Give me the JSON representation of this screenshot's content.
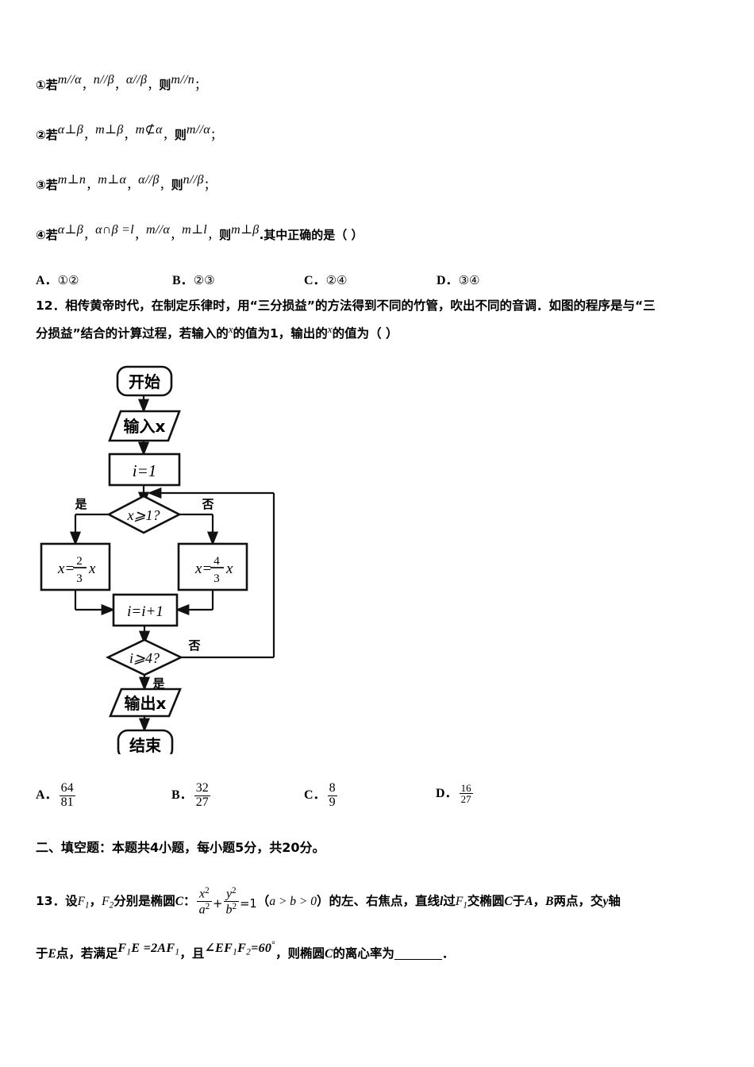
{
  "document": {
    "type": "math-exam-page",
    "language": "zh-CN"
  },
  "conditions": [
    {
      "num": "①",
      "ruo": "若",
      "parts": [
        "m//α",
        "n//β",
        "α//β"
      ],
      "ze": "则",
      "result": "m//n",
      "end": "；"
    },
    {
      "num": "②",
      "ruo": "若",
      "parts": [
        "α⊥β",
        "m⊥β",
        "m⊄α"
      ],
      "ze": "则",
      "result": "m//α",
      "end": "；"
    },
    {
      "num": "③",
      "ruo": "若",
      "parts": [
        "m⊥n",
        "m⊥α",
        "α//β"
      ],
      "ze": "则",
      "result": "n//β",
      "end": "；"
    },
    {
      "num": "④",
      "ruo": "若",
      "parts": [
        "α⊥β",
        "α∩β =l",
        "m//α",
        "m⊥l"
      ],
      "ze": "则",
      "result": "m⊥β",
      "end": ".其中正确的是（    ）"
    }
  ],
  "q11_options": [
    {
      "letter": "A．",
      "value": "①②"
    },
    {
      "letter": "B．",
      "value": "②③"
    },
    {
      "letter": "C．",
      "value": "②④"
    },
    {
      "letter": "D．",
      "value": "③④"
    }
  ],
  "q12": {
    "line1": "12．相传黄帝时代，在制定乐律时，用“三分损益”的方法得到不同的竹管，吹出不同的音调．如图的程序是与“三",
    "line2_a": "分损益”结合的计算过程，若输入的",
    "line2_var1": "x",
    "line2_b": "的值为1，输出的",
    "line2_var2": "x",
    "line2_c": "的值为（    ）",
    "options": [
      {
        "letter": "A．",
        "num": "64",
        "den": "81"
      },
      {
        "letter": "B．",
        "num": "32",
        "den": "27"
      },
      {
        "letter": "C．",
        "num": "8",
        "den": "9"
      },
      {
        "letter": "D．",
        "num": "16",
        "den": "27"
      }
    ]
  },
  "flowchart": {
    "start": "开始",
    "input": "输入x",
    "init": "i=1",
    "decision1": "x⩾1?",
    "decision1_yes": "是",
    "decision1_no": "否",
    "branch_left": {
      "lhs": "x=",
      "num": "2",
      "den": "3",
      "rhs": "x"
    },
    "branch_right": {
      "lhs": "x=",
      "num": "4",
      "den": "3",
      "rhs": "x"
    },
    "increment": "i=i+1",
    "decision2": "i⩾4?",
    "decision2_no": "否",
    "decision2_yes": "是",
    "output": "输出x",
    "end": "结束"
  },
  "section2": {
    "heading": "二、填空题：本题共4小题，每小题5分，共20分。"
  },
  "q13": {
    "seg1": "13．设",
    "f1": "F",
    "f1_sub": "1",
    "comma1": "，",
    "f2": "F",
    "f2_sub": "2",
    "seg2": "分别是椭圆",
    "c1": "C",
    "colon": "：",
    "eq_x": "x",
    "eq_a": "a",
    "eq_y": "y",
    "eq_b": "b",
    "eq_tail": "=1",
    "cond_open": "（",
    "cond": "a > b > 0",
    "cond_close": "）",
    "seg3": "的左、右焦点，直线",
    "line_l": "l",
    "seg4": "过",
    "f1b": "F",
    "f1b_sub": "1",
    "seg5": "交椭圆",
    "c2": "C",
    "seg6": "于",
    "pointA": "A",
    "comma2": "，",
    "pointB": "B",
    "seg7": "两点，交",
    "axis_y": "y",
    "seg8": "轴",
    "line3_seg1": "于",
    "pointE": "E",
    "line3_seg2": "点，若满足",
    "cond2_F": "F",
    "cond2_F_sub": "1",
    "cond2_E": "E =2AF",
    "cond2_E_sub": "1",
    "line3_seg3": "，且",
    "angle": "∠EF",
    "angle_sub1": "1",
    "angle_F": "F",
    "angle_sub2": "2",
    "angle_eq": "=60",
    "angle_deg": "°",
    "line3_seg4": "，则椭圆",
    "c3": "C",
    "line3_seg5": "的离心率为",
    "line3_end": "．"
  }
}
